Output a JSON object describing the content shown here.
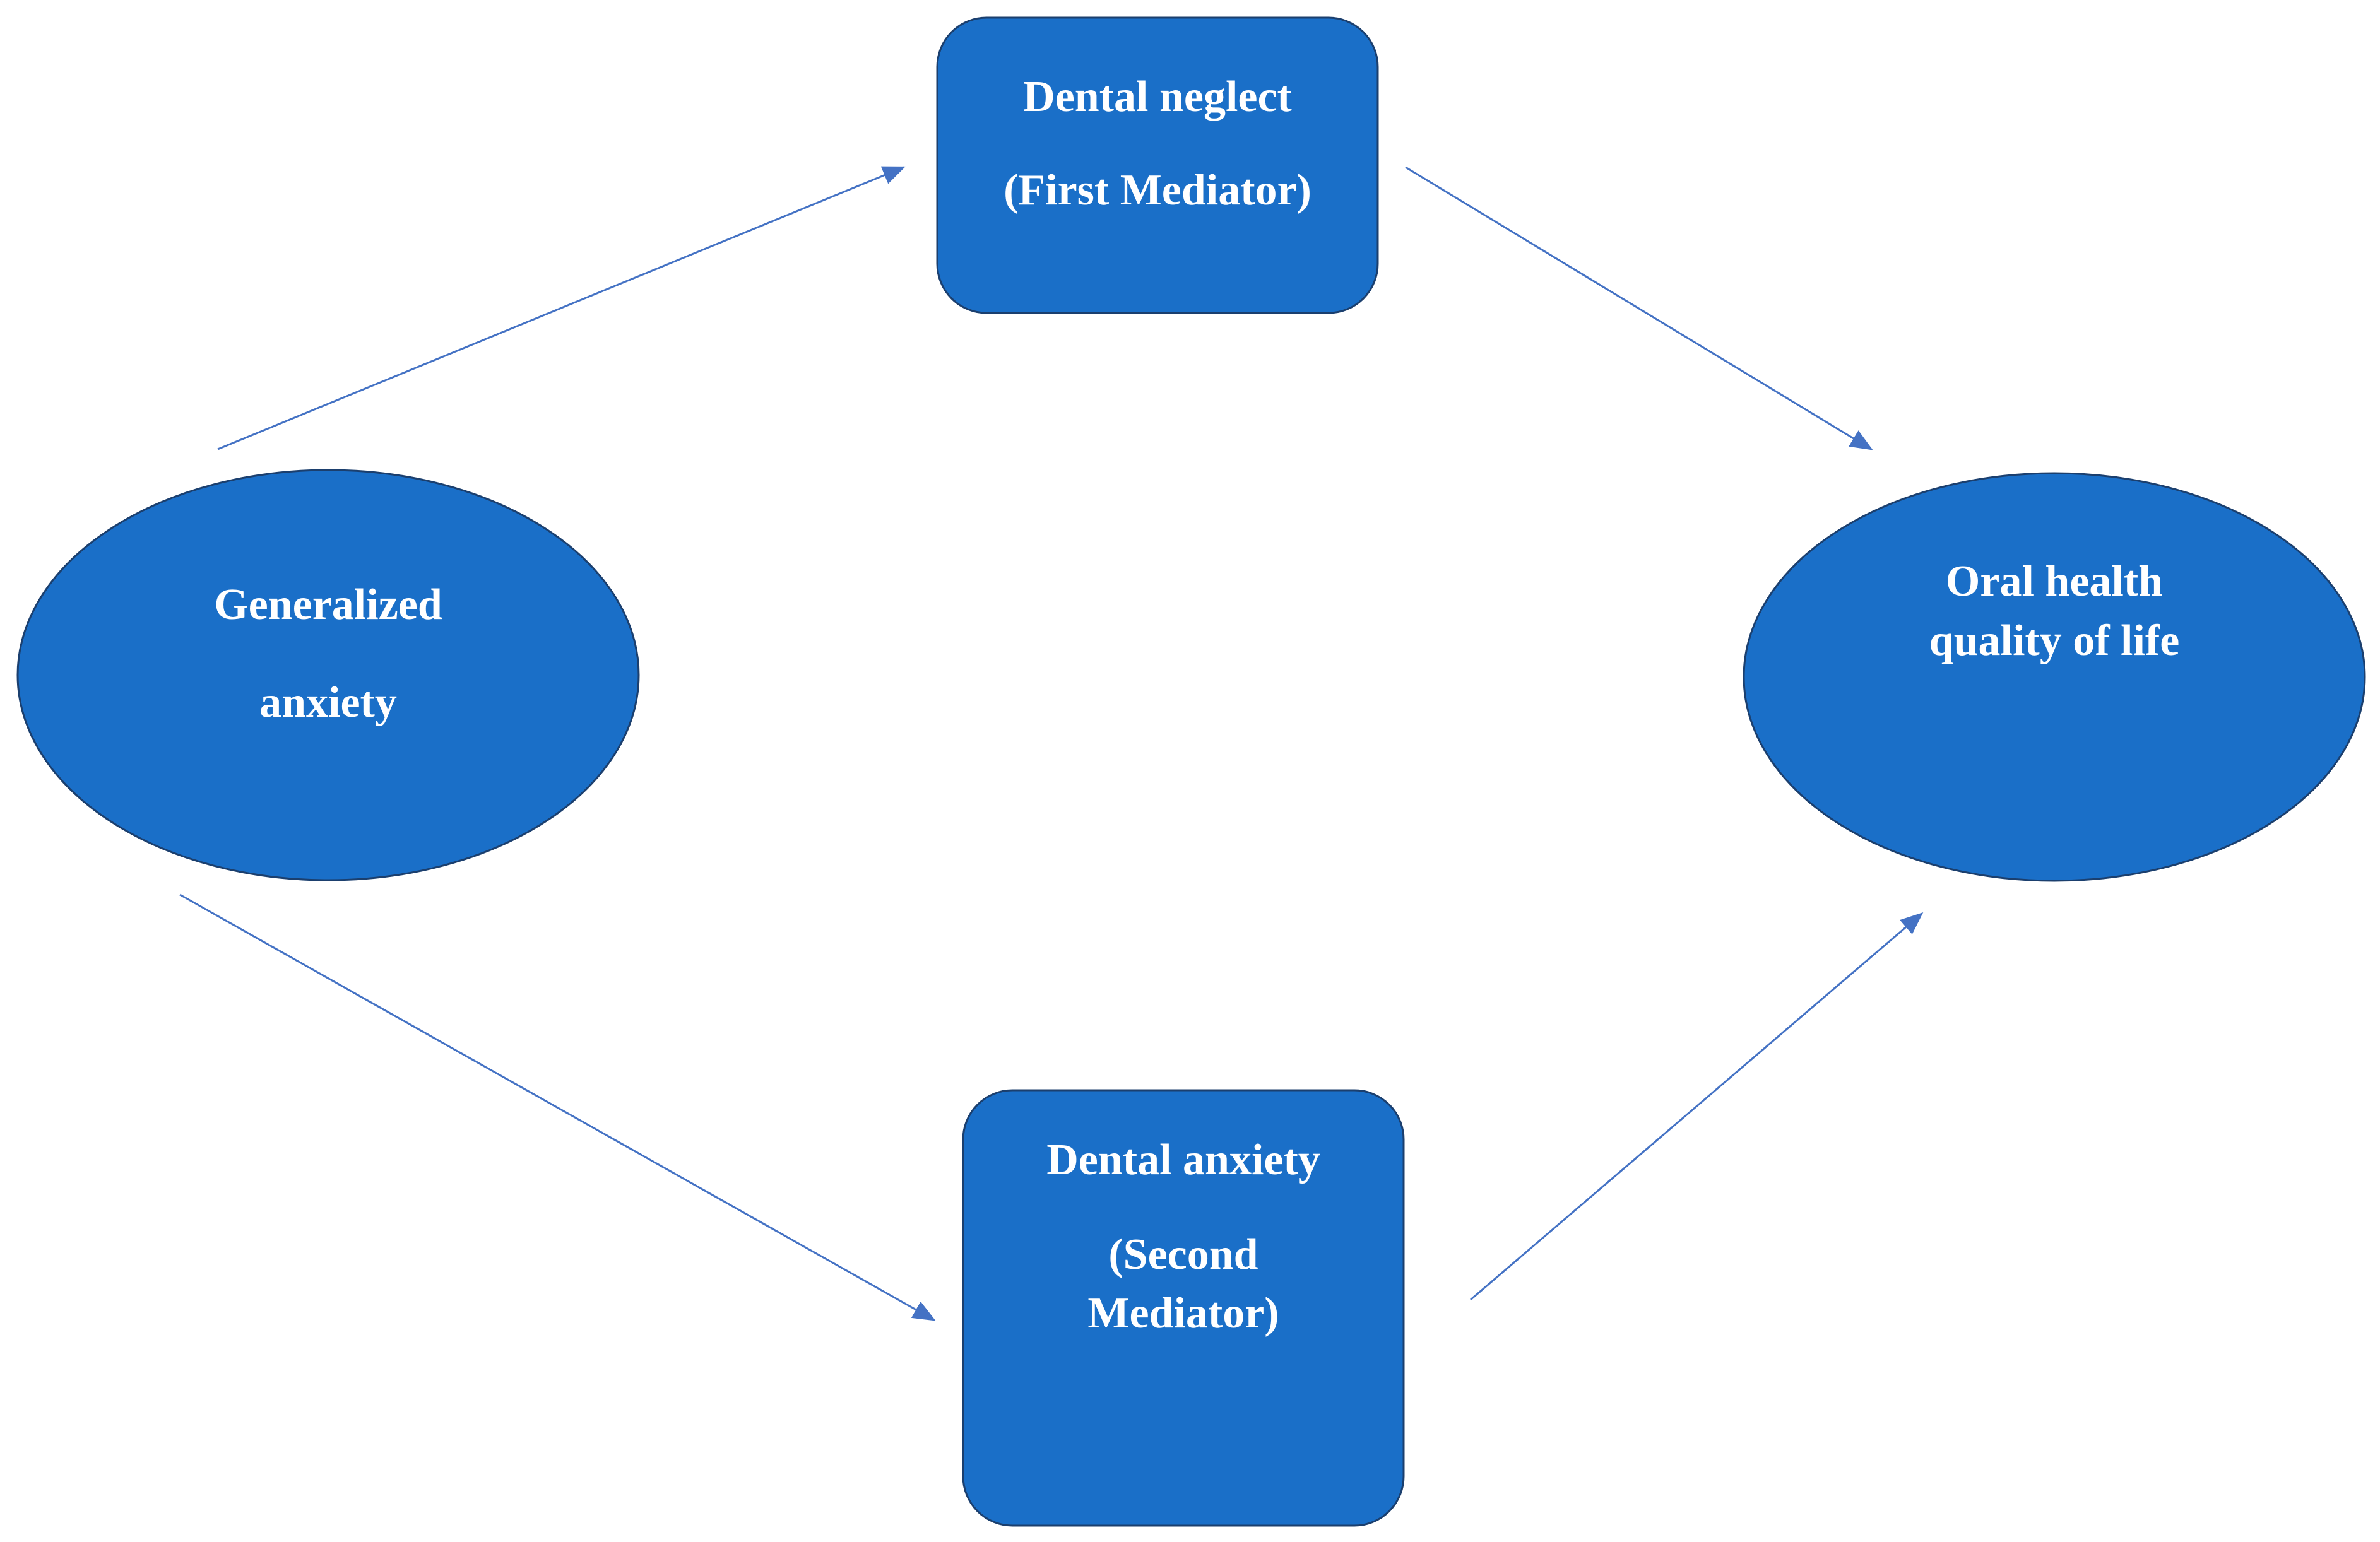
{
  "nodes": {
    "generalized_anxiety": {
      "line1": "Generalized",
      "line2": "anxiety"
    },
    "dental_neglect": {
      "line1": "Dental neglect",
      "line2": "(First Mediator)"
    },
    "dental_anxiety": {
      "line1": "Dental anxiety",
      "line2": "(Second",
      "line3": "Mediator)"
    },
    "oral_health": {
      "line1": "Oral health",
      "line2": "quality of life"
    }
  },
  "colors": {
    "node_fill": "#1a6fc8",
    "node_stroke": "#1b3f6e",
    "arrow": "#4472c4",
    "text": "#ffffff"
  }
}
